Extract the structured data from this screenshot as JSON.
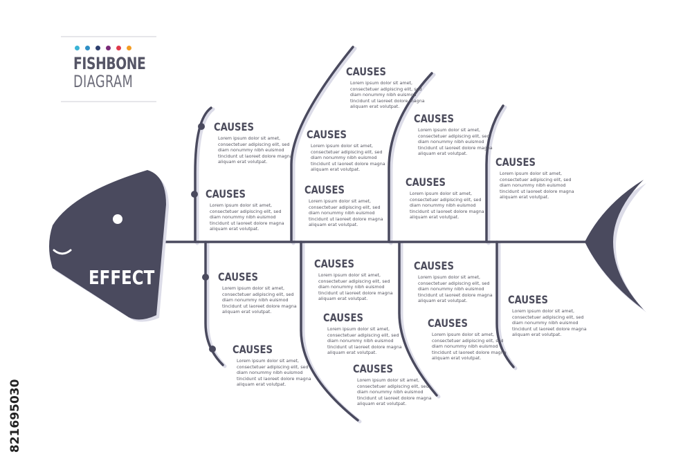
{
  "title": {
    "line1": "FISHBONE",
    "line2": "DIAGRAM"
  },
  "dots": [
    "#3bb4d6",
    "#2f8fc5",
    "#2e3f6e",
    "#7a2a78",
    "#e03a4b",
    "#f39c22"
  ],
  "effect": "EFFECT",
  "cause_label": "CAUSES",
  "cause_text": "Lorem ipsum dolor sit amet, consectetuer adipiscing elit, sed diam nonummy nibh euismod tincidunt ut laoreet dolore magna aliquam erat volutpat.",
  "causes": [
    {
      "title": "CAUSES",
      "text": "Lorem ipsum dolor sit amet, consectetuer adipiscing elit, sed diam nonummy nibh euismod tincidunt ut laoreet dolore magna aliquam erat volutpat."
    },
    {
      "title": "CAUSES",
      "text": "Lorem ipsum dolor sit amet, consectetuer adipiscing elit, sed diam nonummy nibh euismod tincidunt ut laoreet dolore magna aliquam erat volutpat."
    },
    {
      "title": "CAUSES",
      "text": "Lorem ipsum dolor sit amet, consectetuer adipiscing elit, sed diam nonummy nibh euismod tincidunt ut laoreet dolore magna aliquam erat volutpat."
    },
    {
      "title": "CAUSES",
      "text": "Lorem ipsum dolor sit amet, consectetuer adipiscing elit, sed diam nonummy nibh euismod tincidunt ut laoreet dolore magna aliquam erat volutpat."
    },
    {
      "title": "CAUSES",
      "text": "Lorem ipsum dolor sit amet, consectetuer adipiscing elit, sed diam nonummy nibh euismod tincidunt ut laoreet dolore magna aliquam erat volutpat."
    },
    {
      "title": "CAUSES",
      "text": "Lorem ipsum dolor sit amet, consectetuer adipiscing elit, sed diam nonummy nibh euismod tincidunt ut laoreet dolore magna aliquam erat volutpat."
    },
    {
      "title": "CAUSES",
      "text": "Lorem ipsum dolor sit amet, consectetuer adipiscing elit, sed diam nonummy nibh euismod tincidunt ut laoreet dolore magna aliquam erat volutpat."
    },
    {
      "title": "CAUSES",
      "text": "Lorem ipsum dolor sit amet, consectetuer adipiscing elit, sed diam nonummy nibh euismod tincidunt ut laoreet dolore magna aliquam erat volutpat."
    },
    {
      "title": "CAUSES",
      "text": "Lorem ipsum dolor sit amet, consectetuer adipiscing elit, sed diam nonummy nibh euismod tincidunt ut laoreet dolore magna aliquam erat volutpat."
    },
    {
      "title": "CAUSES",
      "text": "Lorem ipsum dolor sit amet, consectetuer adipiscing elit, sed diam nonummy nibh euismod tincidunt ut laoreet dolore magna aliquam erat volutpat."
    },
    {
      "title": "CAUSES",
      "text": "Lorem ipsum dolor sit amet, consectetuer adipiscing elit, sed diam nonummy nibh euismod tincidunt ut laoreet dolore magna aliquam erat volutpat."
    },
    {
      "title": "CAUSES",
      "text": "Lorem ipsum dolor sit amet, consectetuer adipiscing elit, sed diam nonummy nibh euismod tincidunt ut laoreet dolore magna aliquam erat volutpat."
    },
    {
      "title": "CAUSES",
      "text": "Lorem ipsum dolor sit amet, consectetuer adipiscing elit, sed diam nonummy nibh euismod tincidunt ut laoreet dolore magna aliquam erat volutpat."
    },
    {
      "title": "CAUSES",
      "text": "Lorem ipsum dolor sit amet, consectetuer adipiscing elit, sed diam nonummy nibh euismod tincidunt ut laoreet dolore magna aliquam erat volutpat."
    },
    {
      "title": "CAUSES",
      "text": "Lorem ipsum dolor sit amet, consectetuer adipiscing elit, sed diam nonummy nibh euismod tincidunt ut laoreet dolore magna aliquam erat volutpat."
    }
  ],
  "stock_id": "821695030",
  "colors": {
    "fish": "#4a4a5e",
    "shadow": "#d8d8e6",
    "text": "#4c4c5c"
  }
}
